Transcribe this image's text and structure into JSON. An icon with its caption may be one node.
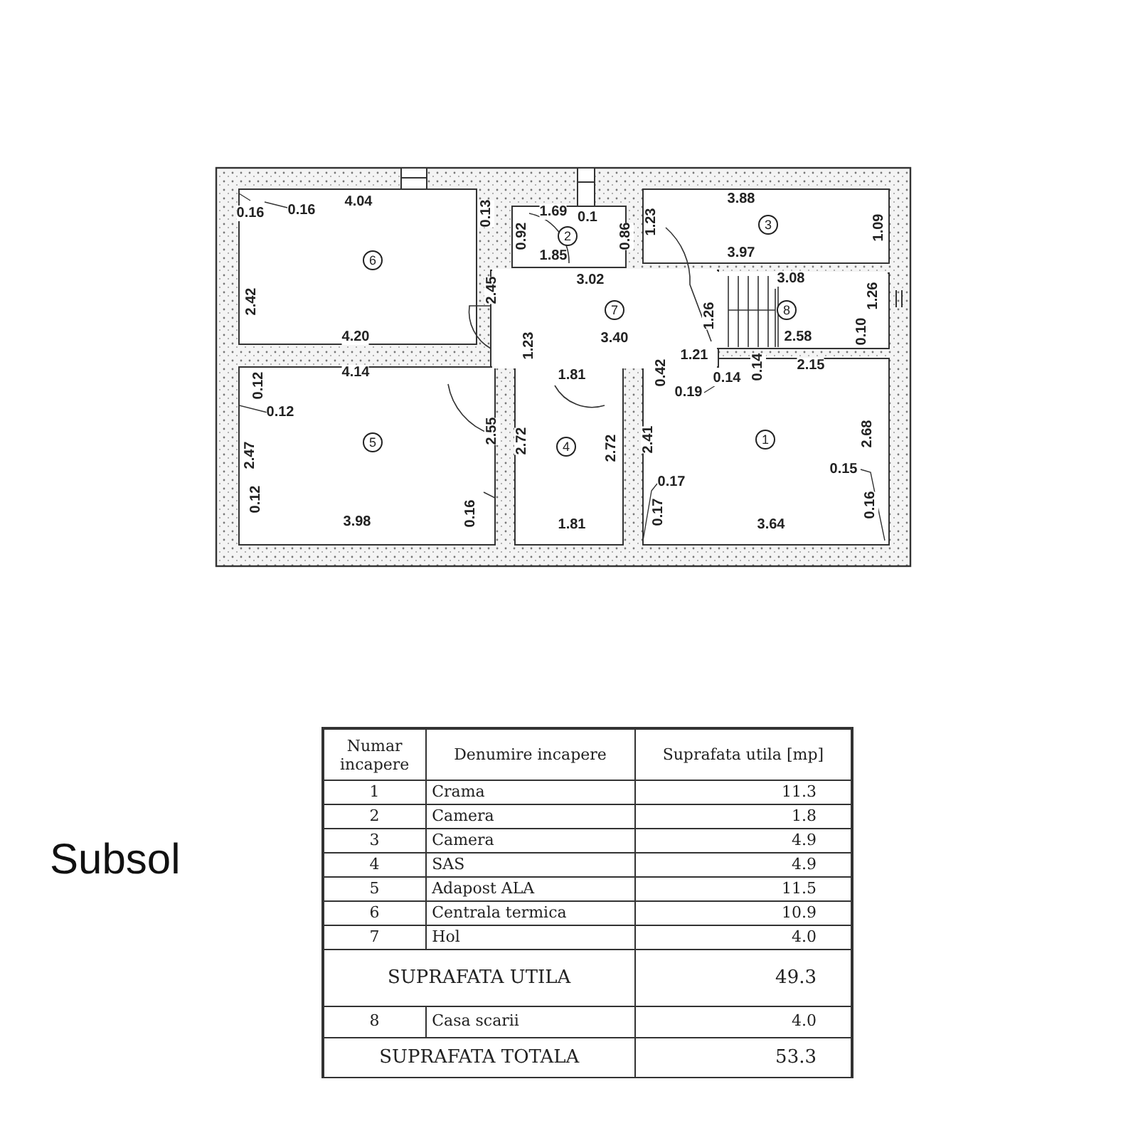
{
  "diagram": {
    "nodes": [
      {
        "text": [
          "6"
        ]
      },
      {
        "text": [
          "2"
        ]
      },
      {
        "text": [
          "3"
        ]
      },
      {
        "text": [
          "7"
        ]
      },
      {
        "text": [
          "8"
        ]
      },
      {
        "text": [
          "5"
        ]
      },
      {
        "text": [
          "4"
        ]
      },
      {
        "text": [
          "1"
        ]
      }
    ],
    "labels": [
      "0.16",
      "0.16",
      "4.04",
      "0.13",
      "1.69",
      "0.1",
      "1.23",
      "3.88",
      "0.92",
      "0.86",
      "1.09",
      "1.85",
      "3.97",
      "3.02",
      "2.45",
      "3.08",
      "2.42",
      "1.23",
      "1.26",
      "1.26",
      "3.40",
      "2.58",
      "0.10",
      "4.20",
      "1.21",
      "4.14",
      "0.42",
      "0.14",
      "0.14",
      "2.15",
      "0.12",
      "1.81",
      "0.19",
      "0.12",
      "2.47",
      "2.55",
      "2.72",
      "2.72",
      "2.41",
      "2.68",
      "0.15",
      "0.16",
      "0.17",
      "0.12",
      "0.16",
      "0.17",
      "3.98",
      "1.81",
      "3.64",
      "Subsol",
      "Numar incapere",
      "Denumire incapere",
      "Suprafata utila [mp]",
      "1",
      "Crama",
      "11.3",
      "2",
      "Camera",
      "1.8",
      "3",
      "Camera",
      "4.9",
      "4",
      "SAS",
      "4.9",
      "5",
      "Adapost ALA",
      "11.5",
      "6",
      "Centrala termica",
      "10.9",
      "7",
      "Hol",
      "4.0",
      "SUPRAFATA UTILA",
      "49.3",
      "8",
      "Casa scarii",
      "4.0",
      "SUPRAFATA TOTALA",
      "53.3"
    ]
  }
}
